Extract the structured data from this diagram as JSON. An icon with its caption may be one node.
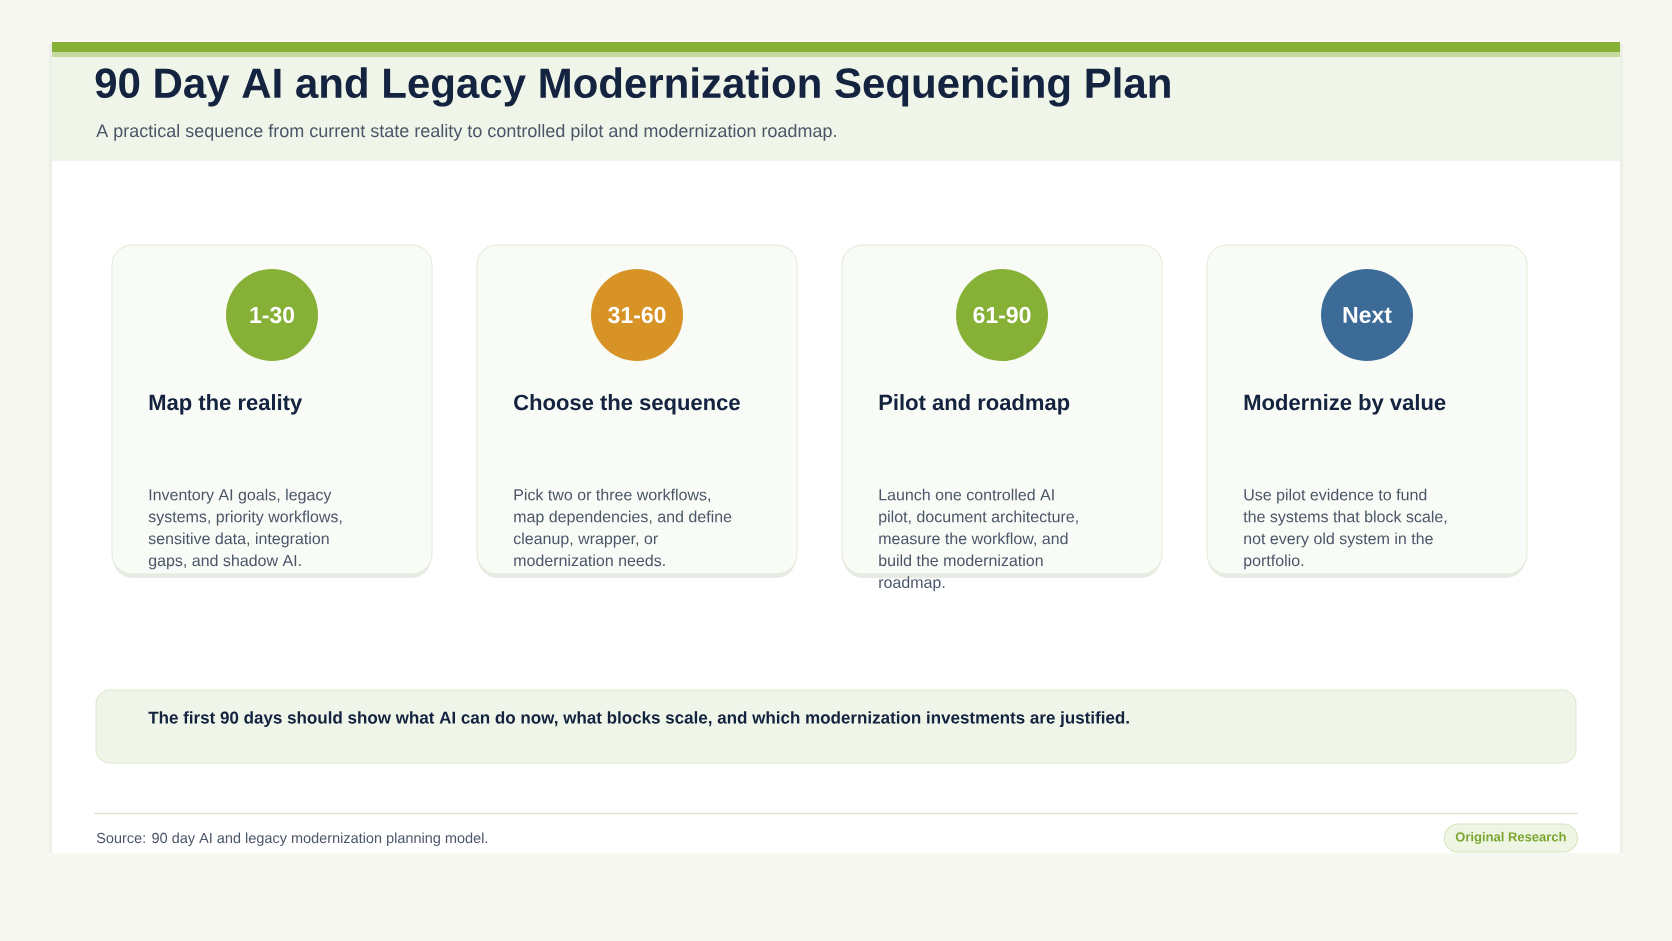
{
  "diagram": {
    "title": "90 Day AI and Legacy Modernization Sequencing Plan",
    "nodes": [
      {
        "text": [
          "Map the reality",
          "Inventory AI goals, legacy systems, priority workflows, sensitive data, integration gaps, and shadow AI."
        ]
      },
      {
        "text": [
          "1-30"
        ],
        "in": 0
      },
      {
        "text": [
          "Choose the sequence",
          "Pick two or three workflows, map dependencies, and define cleanup, wrapper, or modernization needs."
        ]
      },
      {
        "text": [
          "31-60"
        ],
        "in": 2
      },
      {
        "text": [
          "Pilot and roadmap",
          "Launch one controlled AI pilot, document architecture, measure the workflow, and build the modernization roadmap."
        ]
      },
      {
        "text": [
          "61-90"
        ],
        "in": 4
      },
      {
        "text": [
          "Modernize by value",
          "Use pilot evidence to fund the systems that block scale, not every old system in the portfolio."
        ]
      },
      {
        "text": [
          "Next"
        ],
        "in": 6
      },
      {
        "text": [
          "The first 90 days should show what AI can do now, what blocks scale, and which modernization investments are justified."
        ]
      },
      {
        "text": [
          "Original Research"
        ]
      }
    ],
    "labels": [
      "A practical sequence from current state reality to controlled pilot and modernization roadmap.",
      "Source: 90 day AI and legacy modernization planning model."
    ]
  }
}
